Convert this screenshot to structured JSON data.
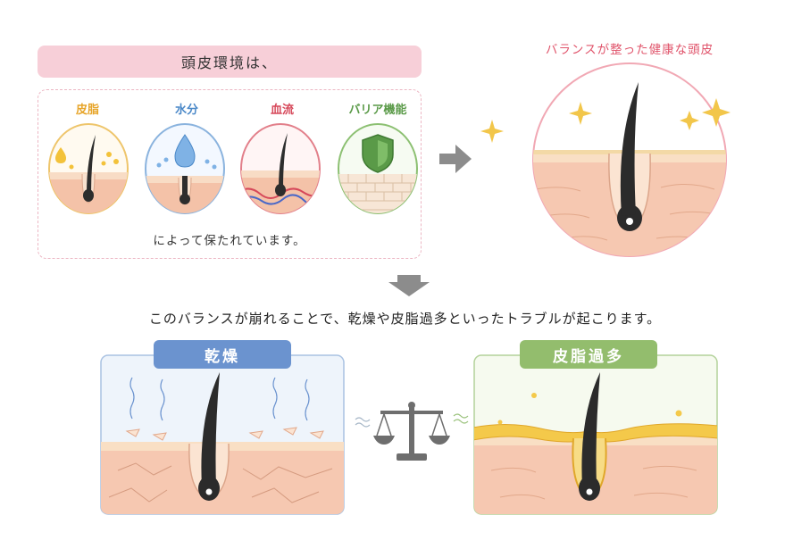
{
  "header": {
    "title": "頭皮環境は、"
  },
  "factors": [
    {
      "label": "皮脂",
      "icon": "oil-drop-icon",
      "color": "#e7a52a"
    },
    {
      "label": "水分",
      "icon": "water-drop-icon",
      "color": "#4a88c8"
    },
    {
      "label": "血流",
      "icon": "blood-vessel-icon",
      "color": "#d6485a"
    },
    {
      "label": "バリア機能",
      "icon": "shield-icon",
      "color": "#5a9a48"
    }
  ],
  "factors_note": "によって保たれています。",
  "healthy": {
    "title": "バランスが整った健康な頭皮"
  },
  "transition_text": "このバランスが崩れることで、乾燥や皮脂過多といったトラブルが起こります。",
  "dry_panel": {
    "title": "乾燥",
    "color": "#6b93cf"
  },
  "oily_panel": {
    "title": "皮脂過多",
    "color": "#93bd6d"
  }
}
